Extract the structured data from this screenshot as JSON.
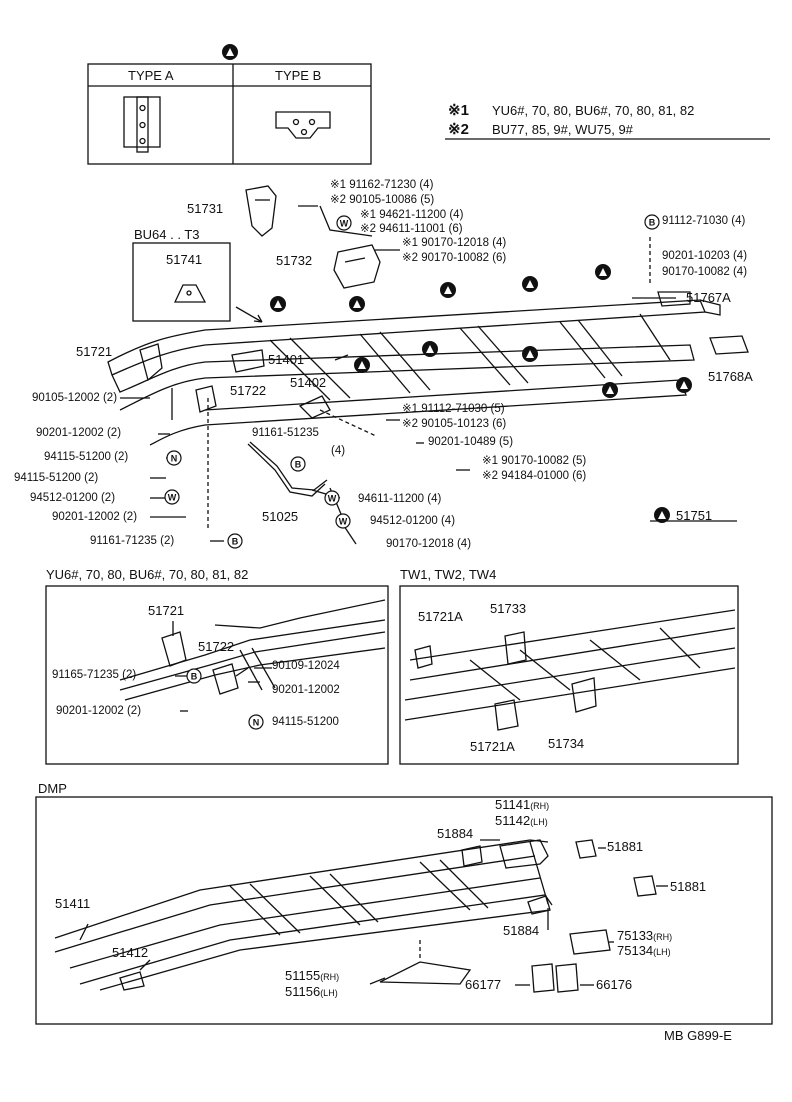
{
  "legend": {
    "type_a": "TYPE A",
    "type_b": "TYPE B",
    "note1_mark": "※1",
    "note1_text": "YU6#, 70, 80, BU6#, 70, 80, 81, 82",
    "note2_mark": "※2",
    "note2_text": "BU77, 85, 9#, WU75, 9#"
  },
  "main": {
    "p51731": "51731",
    "p51732": "51732",
    "bu64_title": "BU64 . . T3",
    "p51741": "51741",
    "p51721": "51721",
    "p51401": "51401",
    "p51722": "51722",
    "p51402": "51402",
    "p51767a": "51767A",
    "p51768a": "51768A",
    "p51025": "51025",
    "c91162": "※1 91162-71230 (4)",
    "c90105_10086": "※2 90105-10086 (5)",
    "c94621": "※1 94621-11200 (4)",
    "c94611_11001": "※2 94611-11001 (6)",
    "c90170_12018a": "※1 90170-12018 (4)",
    "c90170_10082a": "※2 90170-10082 (6)",
    "c91112": "91112-71030 (4)",
    "c90201_10203": "90201-10203 (4)",
    "c90170_10082b": "90170-10082 (4)",
    "c90105_12002": "90105-12002 (2)",
    "c90201_12002a": "90201-12002 (2)",
    "c94115a": "94115-51200 (2)",
    "c94115b": "94115-51200 (2)",
    "c94512a": "94512-01200 (2)",
    "c90201_12002b": "90201-12002 (2)",
    "c91161_71235": "91161-71235 (2)",
    "c91161_51235": "91161-51235",
    "c91161_51235_qty": "(4)",
    "c191112": "※1 91112-71030 (5)",
    "c290105": "※2 90105-10123 (6)",
    "c90201_10489": "90201-10489 (5)",
    "c190170": "※1 90170-10082 (5)",
    "c294184": "※2 94184-01000 (6)",
    "c94611_11200": "94611-11200 (4)",
    "c94512b": "94512-01200 (4)",
    "c90170_12018b": "90170-12018 (4)",
    "p51751": "51751"
  },
  "yu_box": {
    "title": "YU6#, 70, 80, BU6#, 70, 80, 81, 82",
    "p51721": "51721",
    "p51722": "51722",
    "c91165": "91165-71235 (2)",
    "c90109": "90109-12024",
    "c90201a": "90201-12002",
    "c90201b": "90201-12002 (2)",
    "c94115": "94115-51200"
  },
  "tw_box": {
    "title": "TW1, TW2, TW4",
    "p51721a_top": "51721A",
    "p51733": "51733",
    "p51721a_bot": "51721A",
    "p51734": "51734"
  },
  "dmp": {
    "title": "DMP",
    "p51141": "51141",
    "p51141_side": "(RH)",
    "p51142": "51142",
    "p51142_side": "(LH)",
    "p51884a": "51884",
    "p51881a": "51881",
    "p51881b": "51881",
    "p51411": "51411",
    "p51884b": "51884",
    "p75133": "75133",
    "p75133_side": "(RH)",
    "p75134": "75134",
    "p75134_side": "(LH)",
    "p51412": "51412",
    "p51155": "51155",
    "p51155_side": "(RH)",
    "p51156": "51156",
    "p51156_side": "(LH)",
    "p66177": "66177",
    "p66176": "66176"
  },
  "footer": {
    "code": "MB G899-E"
  },
  "markers": {
    "triangle": "▲",
    "w": "W",
    "n": "N",
    "b": "B"
  }
}
